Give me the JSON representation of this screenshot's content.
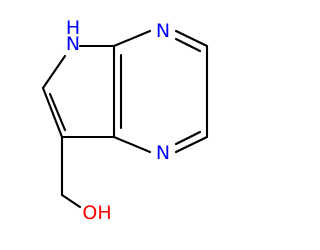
{
  "molecule": {
    "atoms": {
      "nh_label": "H",
      "n_pyrrole_label": "N",
      "n_top_label": "N",
      "n_bottom_label": "N",
      "oh_label": "OH"
    }
  },
  "colors": {
    "bond": "#000000",
    "nitrogen": "#0000ff",
    "oxygen": "#ff0000"
  }
}
